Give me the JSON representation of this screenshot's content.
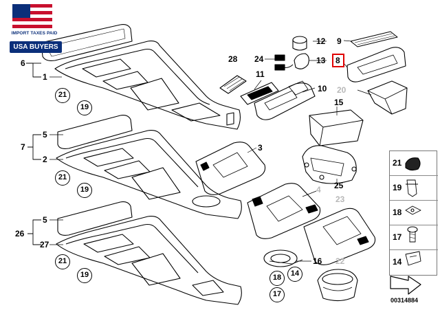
{
  "badge": {
    "line1": "IMPORT TAXES PAID",
    "line2": "USA BUYERS"
  },
  "labels": {
    "l1": "1",
    "l2": "2",
    "l3": "3",
    "l4": "4",
    "l5a": "5",
    "l5b": "5",
    "l6": "6",
    "l7": "7",
    "l8": "8",
    "l9": "9",
    "l10": "10",
    "l11": "11",
    "l12": "12",
    "l13": "13",
    "l15": "15",
    "l16": "16",
    "l20": "20",
    "l22": "22",
    "l23": "23",
    "l24": "24",
    "l25": "25",
    "l26": "26",
    "l27": "27",
    "l28": "28"
  },
  "circles": {
    "c21a": "21",
    "c19a": "19",
    "c21b": "21",
    "c19b": "19",
    "c21c": "21",
    "c19c": "19",
    "c18": "18",
    "c14": "14",
    "c17": "17"
  },
  "legend": {
    "items": [
      "21",
      "19",
      "18",
      "17",
      "14"
    ]
  },
  "doc_number": "00314884",
  "highlight_color": "#e00000",
  "badge_colors": {
    "blue": "#0b2f7a",
    "red": "#c8102e"
  }
}
